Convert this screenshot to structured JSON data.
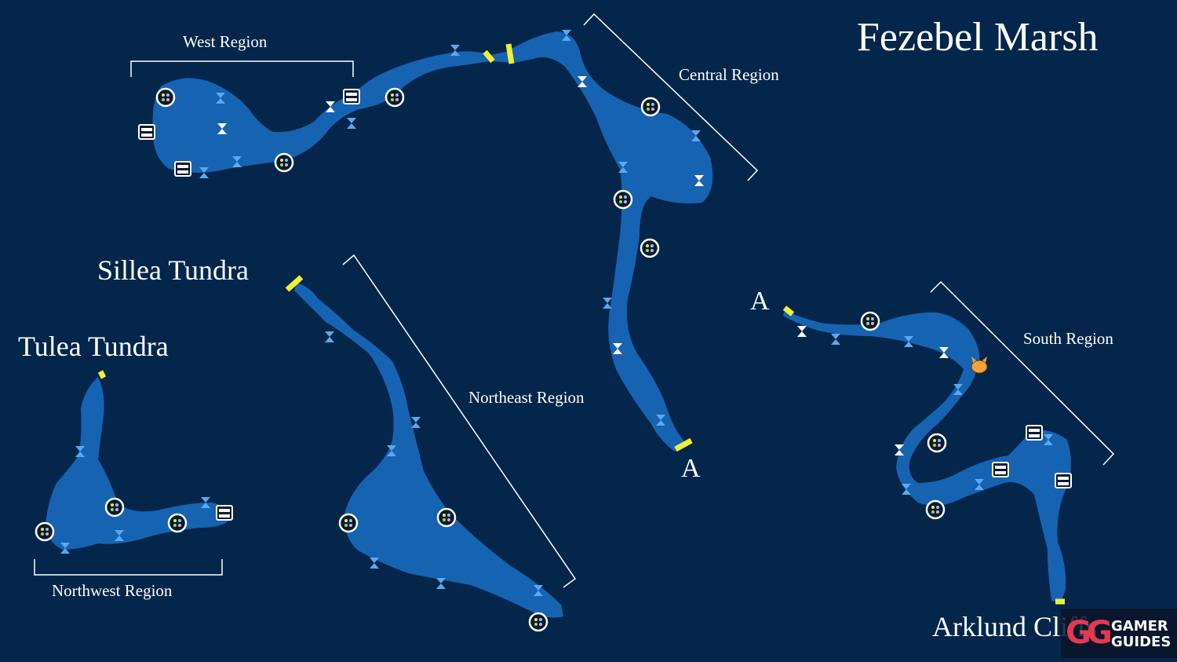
{
  "map_title": "Fezebel Marsh",
  "places": {
    "sillea": "Sillea Tundra",
    "tulea": "Tulea Tundra",
    "arklund": "Arklund Cliffs"
  },
  "regions": {
    "west": "West Region",
    "central": "Central Region",
    "northeast": "Northeast Region",
    "northwest": "Northwest Region",
    "south": "South Region"
  },
  "connectors": {
    "a_central": "A",
    "a_south": "A"
  },
  "logo": {
    "mark": "GG",
    "line1": "GAMER",
    "line2": "GUIDES"
  },
  "colors": {
    "background": "#04264b",
    "land": "#1663b2",
    "exit": "#f1ef34",
    "marker": "#5aa9f0"
  },
  "marker_types": [
    "gather-point",
    "treasure-chest",
    "harvest-marker-blue",
    "harvest-marker-white",
    "boss-monster",
    "area-exit"
  ]
}
